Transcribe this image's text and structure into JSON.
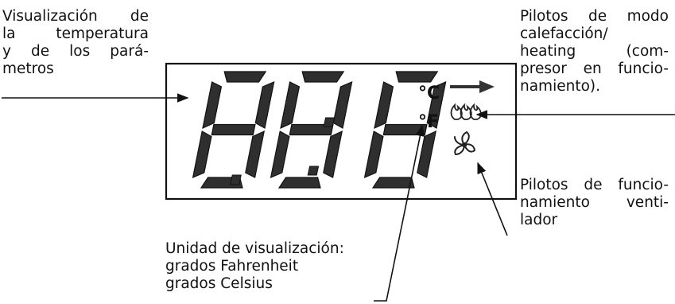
{
  "labels": {
    "display": {
      "lines": [
        "Visualización de",
        "la temperatura",
        "y de los pará-",
        "metros"
      ]
    },
    "mode": {
      "lines": [
        "Pilotos de modo",
        "calefacción/",
        "heating (com-",
        "presor en funcio-",
        "namiento)."
      ]
    },
    "fan": {
      "lines": [
        "Pilotos de funcio-",
        "namiento venti-",
        "lador"
      ]
    },
    "unit": {
      "lines": [
        "Unidad de visualización:",
        "grados Fahrenheit",
        "grados Celsius"
      ]
    }
  },
  "display": {
    "digits": [
      "8",
      "8",
      "8"
    ],
    "celsius": "°C",
    "fahrenheit": "°F"
  },
  "icons": {
    "compressor": "right-arrow-icon",
    "heating": "flame-icon",
    "fan": "fan-icon"
  }
}
